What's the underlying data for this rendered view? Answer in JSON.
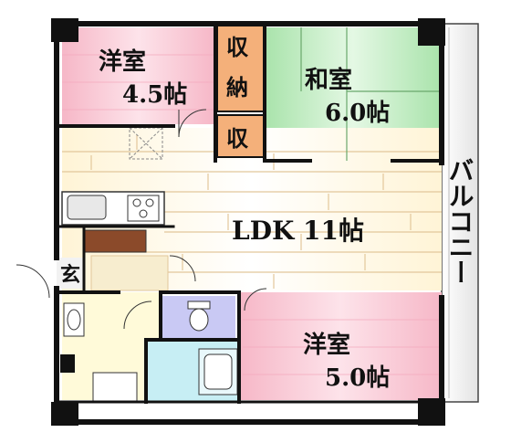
{
  "floor_plan": {
    "rooms": {
      "western_a": {
        "name": "洋室",
        "size": "4.5帖"
      },
      "storage_a": {
        "name_top": "収",
        "name_bottom": "納"
      },
      "storage_b": {
        "name": "収"
      },
      "japanese": {
        "name": "和室",
        "size": "6.0帖"
      },
      "ldk": {
        "name": "LDK 11帖"
      },
      "entrance": {
        "name": "玄"
      },
      "western_b": {
        "name": "洋室",
        "size": "5.0帖"
      },
      "balcony": {
        "name": "バルコニー"
      }
    },
    "colors": {
      "wall": "#111111",
      "western_room": "#f7c9d3",
      "japanese_room": "#bfeac0",
      "ldk_floor": "#f7edcf",
      "wood_lines": "#e2c79b",
      "storage": "#f4b07a",
      "toilet": "#c9c9f4",
      "bath": "#c7eef4",
      "washroom": "#fffad9",
      "balcony": "#f4f4f4"
    }
  }
}
